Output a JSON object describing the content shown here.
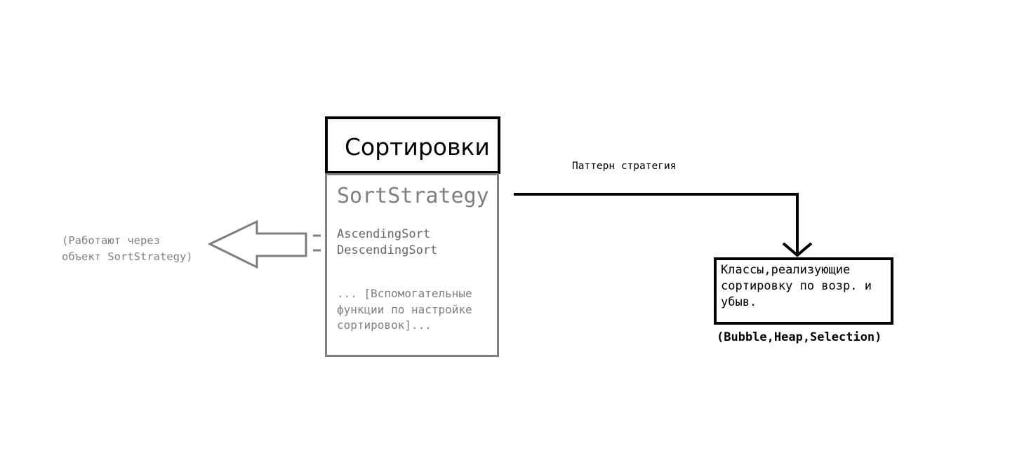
{
  "title": "Сортировки",
  "class": {
    "name": "SortStrategy",
    "methods": [
      "AscendingSort",
      "DescendingSort"
    ],
    "helpers": [
      "... [Вспомогательные",
      "функции по настройке",
      "сортировок]..."
    ]
  },
  "left_note": [
    "(Работают через",
    "объект SortStrategy)"
  ],
  "pattern_label": "Паттерн стратегия",
  "implementations": {
    "lines": [
      "Классы,реализующие",
      "сортировку по возр. и",
      "убыв."
    ],
    "list": "(Bubble,Heap,Selection)"
  },
  "colors": {
    "primary": "#000000",
    "secondary": "#7f7f7f"
  }
}
